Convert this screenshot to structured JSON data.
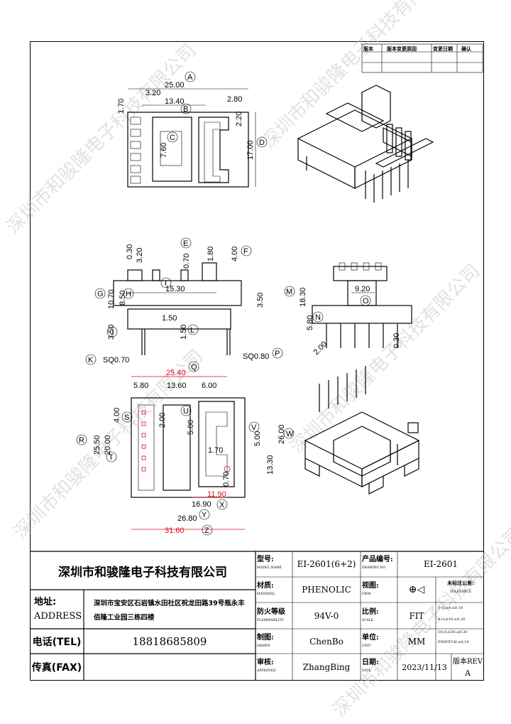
{
  "revision_table": {
    "headers": [
      "版本",
      "版本变更原因",
      "变更日期",
      "确认"
    ]
  },
  "balloons": [
    "A",
    "B",
    "C",
    "D",
    "E",
    "F",
    "G",
    "H",
    "I",
    "J",
    "K",
    "L",
    "M",
    "N",
    "O",
    "P",
    "Q",
    "R",
    "S",
    "T",
    "U",
    "V",
    "W",
    "X",
    "Y",
    "Z"
  ],
  "top_view_dims": [
    "25.00",
    "3.20",
    "1.70",
    "13.40",
    "2.80",
    "2.20",
    "7.60",
    "17.00"
  ],
  "front_view_dims": [
    "0.30",
    "3.20",
    "0.70",
    "1.80",
    "4.00",
    "15.30",
    "10.70",
    "8.50",
    "1.50",
    "3.50",
    "1.50",
    "3.50",
    "SQ0.70",
    "SQ0.80"
  ],
  "side_view_dims": [
    "9.20",
    "18.30",
    "5.80",
    "2.00",
    "0.30"
  ],
  "bottom_view_dims_red": [
    "25.40",
    "11.90",
    "31.60"
  ],
  "bottom_view_dims": [
    "5.80",
    "13.60",
    "6.00",
    "25.50",
    "4.00",
    "20.00",
    "2.00",
    "5.00",
    "1.70",
    "5.00",
    "13.30",
    "26.00",
    "0.70",
    "16.90",
    "26.80"
  ],
  "company": {
    "name": "深圳市和骏隆电子科技有限公司",
    "address_label": "地址:",
    "address_label_en": "ADDRESS",
    "address": "深圳市宝安区石岩镇水田社区祝龙田路39号瓶永丰",
    "address_line2": "佰隆工业园三栋四楼",
    "tel_label": "电话(TEL)",
    "tel": "18818685809",
    "fax_label": "传真(FAX)"
  },
  "title_block": {
    "model_label": "型号:",
    "model_label_en": "MODEL NAME",
    "model": "EI-2601(6+2)",
    "product_no_label": "产品编号:",
    "product_no_label_en": "DRAWING NO",
    "product_no": "EI-2601",
    "material_label": "材质:",
    "material_label_en": "MATERIAL",
    "material": "PHENOLIC",
    "view_label": "视图:",
    "view_label_en": "VIEW",
    "tolerance_label": "未标注公差:",
    "tolerance_label_en": "TOLERANCE",
    "flame_label": "防火等级",
    "flame_label_en": "FLAMMABILITY",
    "flame": "94V-0",
    "scale_label": "比例:",
    "scale_label_en": "SCALE",
    "scale": "FIT",
    "tol1": "0<L≤4:±0.10",
    "tol2": "4<L≤10:±0.20",
    "tol3": "10<L≤30:±0.30",
    "tol4": "PINPITCH:±0.10",
    "drawn_label": "制图:",
    "drawn_label_en": "DRAWN",
    "drawn": "ChenBo",
    "unit_label": "单位:",
    "unit_label_en": "UNIT",
    "unit": "MM",
    "approved_label": "审核:",
    "approved_label_en": "APPROVED",
    "approved": "ZhangBing",
    "date_label": "日期:",
    "date_label_en": "DATE",
    "date": "2023/11/13",
    "rev_label": "版本REV",
    "rev": "A"
  },
  "watermark": "深圳市和骏隆电子科技有限公司"
}
